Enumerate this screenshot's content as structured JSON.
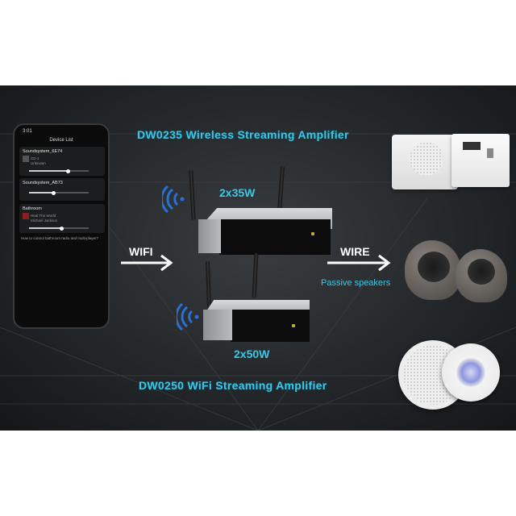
{
  "top_title": "DW0235 Wireless Streaming Amplifier",
  "bottom_title": "DW0250 WiFi Streaming Amplifier",
  "amp_top_power": "2x35W",
  "amp_bottom_power": "2x50W",
  "wifi_label": "WIFI",
  "wire_label": "WIRE",
  "passive_label": "Passive speakers",
  "colors": {
    "accent": "#39c8e8",
    "background": "#24272a",
    "signal": "#2a6fd6"
  },
  "phone": {
    "status_time": "3:01",
    "header": "Device List",
    "device1": {
      "name": "Soundsystem_6E74",
      "track": "CD-1",
      "artist": "Unknown"
    },
    "device2": {
      "name": "Soundsystem_AB73"
    },
    "device3": {
      "name": "Bathroom",
      "track": "Heal The World",
      "artist": "Michael Jackson"
    },
    "question": "How to control bathroom radio and multi-player?"
  }
}
